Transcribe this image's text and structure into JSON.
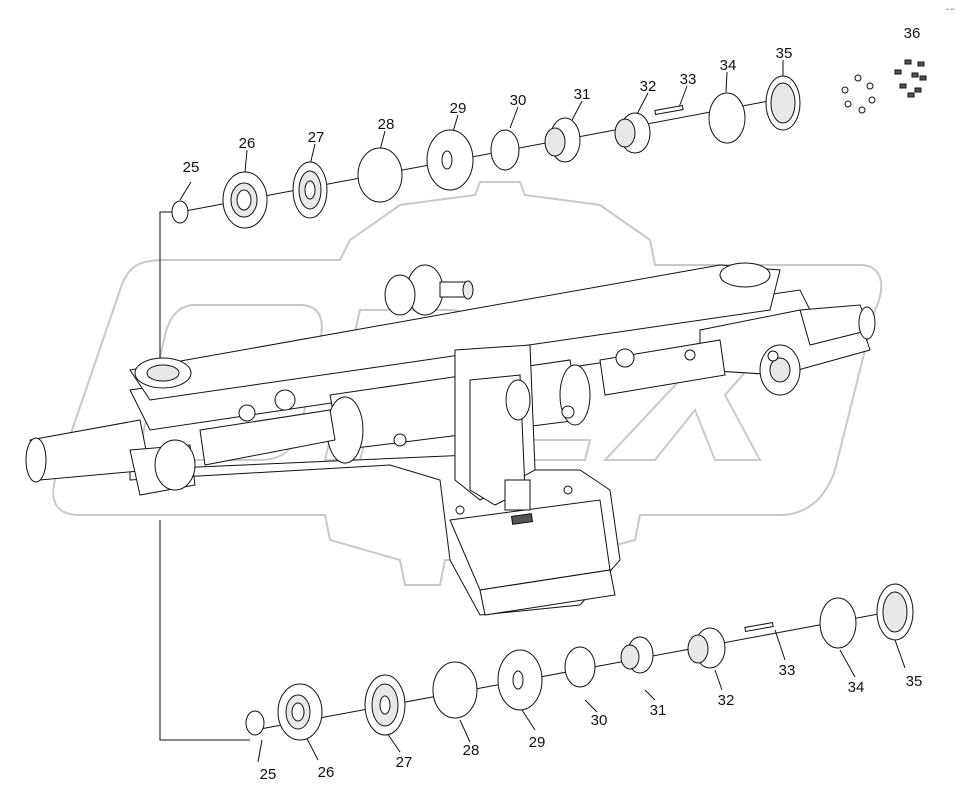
{
  "diagram": {
    "corner_note": "ᵒᵒ ᵒᵒᵒ",
    "top_row": [
      {
        "id": "c25t",
        "label": "25"
      },
      {
        "id": "c26t",
        "label": "26"
      },
      {
        "id": "c27t",
        "label": "27"
      },
      {
        "id": "c28t",
        "label": "28"
      },
      {
        "id": "c29t",
        "label": "29"
      },
      {
        "id": "c30t",
        "label": "30"
      },
      {
        "id": "c31t",
        "label": "31"
      },
      {
        "id": "c32t",
        "label": "32"
      },
      {
        "id": "c33t",
        "label": "33"
      },
      {
        "id": "c34t",
        "label": "34"
      },
      {
        "id": "c35t",
        "label": "35"
      },
      {
        "id": "c36t",
        "label": "36"
      }
    ],
    "bottom_row": [
      {
        "id": "c25b",
        "label": "25"
      },
      {
        "id": "c26b",
        "label": "26"
      },
      {
        "id": "c27b",
        "label": "27"
      },
      {
        "id": "c28b",
        "label": "28"
      },
      {
        "id": "c29b",
        "label": "29"
      },
      {
        "id": "c30b",
        "label": "30"
      },
      {
        "id": "c31b",
        "label": "31"
      },
      {
        "id": "c32b",
        "label": "32"
      },
      {
        "id": "c33b",
        "label": "33"
      },
      {
        "id": "c34b",
        "label": "34"
      },
      {
        "id": "c35b",
        "label": "35"
      }
    ]
  }
}
